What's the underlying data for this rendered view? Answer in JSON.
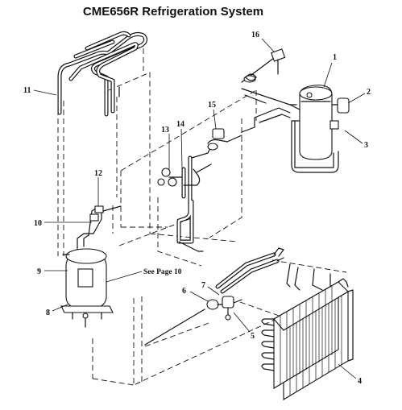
{
  "title": "CME656R Refrigeration System",
  "see_page_note": "See Page 10",
  "callouts": [
    "1",
    "2",
    "3",
    "4",
    "5",
    "6",
    "7",
    "8",
    "9",
    "10",
    "11",
    "12",
    "13",
    "14",
    "15",
    "16"
  ]
}
